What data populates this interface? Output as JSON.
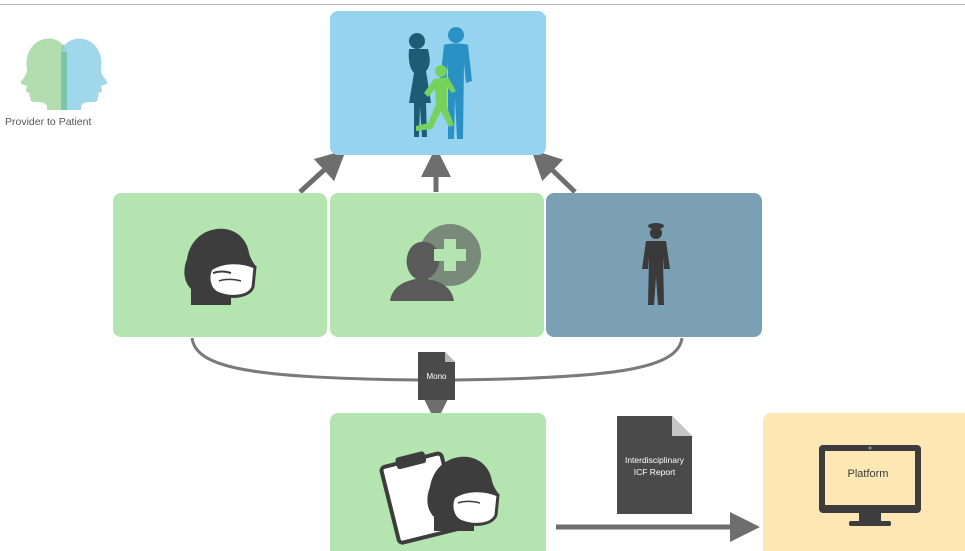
{
  "legend": {
    "label": "Provider to Patient",
    "icon": "two-overlapping-heads-icon"
  },
  "nodes": {
    "family": {
      "icon": "family-silhouette-icon",
      "color": "#96d3ee"
    },
    "patient_mask": {
      "icon": "masked-head-icon",
      "color": "#b4e4b0"
    },
    "medical_provider": {
      "icon": "person-plus-icon",
      "color": "#b4e4b0"
    },
    "officer": {
      "icon": "standing-officer-icon",
      "color": "#7ca0b3"
    },
    "assessment": {
      "icon": "clipboard-masked-head-icon",
      "color": "#b4e4b0"
    },
    "platform": {
      "icon": "monitor-icon",
      "color": "#fde7b4",
      "label": "Platform"
    }
  },
  "documents": {
    "mono": {
      "label": "Mono",
      "icon": "document-icon"
    },
    "icf_report": {
      "line1": "Interdisciplinary",
      "line2": "ICF Report",
      "icon": "document-icon"
    }
  },
  "colors": {
    "arrow": "#6e6e6e",
    "icon_dark": "#3d3d3d",
    "document": "#4a4a4a"
  }
}
